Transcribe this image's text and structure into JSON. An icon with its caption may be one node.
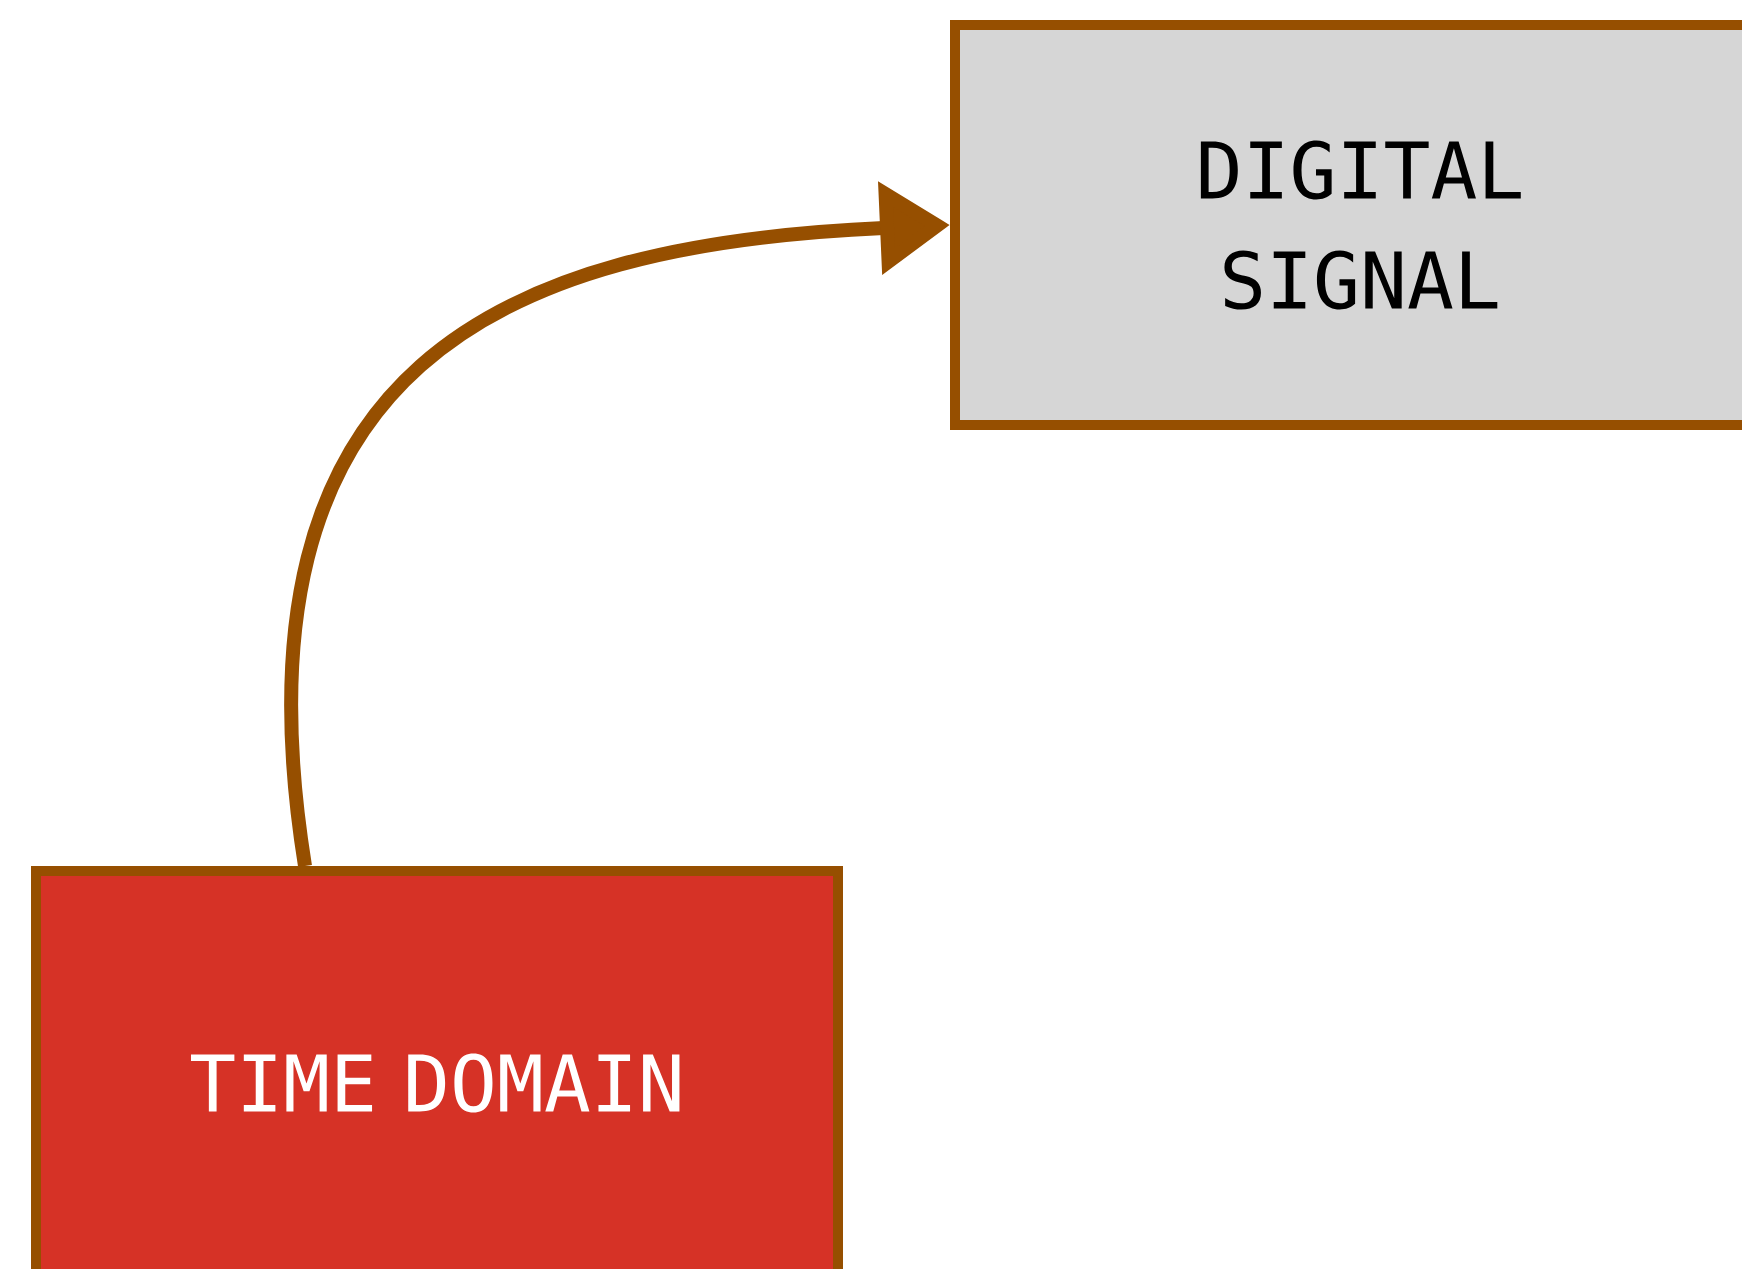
{
  "diagram": {
    "nodes": [
      {
        "text": [
          "DIGITAL SIGNAL"
        ]
      },
      {
        "text": [
          "TIME DOMAIN"
        ]
      }
    ],
    "edges": [
      {
        "from": 1,
        "to": 0,
        "arrow": "to"
      }
    ]
  }
}
